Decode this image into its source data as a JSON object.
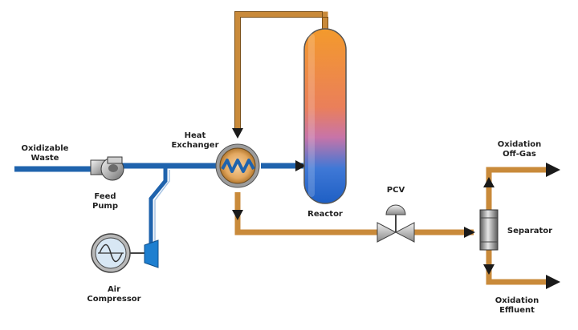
{
  "labels": {
    "feed_in_line1": "Oxidizable",
    "feed_in_line2": "Waste",
    "heat_exchanger_line1": "Heat",
    "heat_exchanger_line2": "Exchanger",
    "feed_pump_line1": "Feed",
    "feed_pump_line2": "Pump",
    "air_compressor_line1": "Air",
    "air_compressor_line2": "Compressor",
    "reactor": "Reactor",
    "pcv": "PCV",
    "separator": "Separator",
    "offgas_line1": "Oxidation",
    "offgas_line2": "Off-Gas",
    "effluent_line1": "Oxidation",
    "effluent_line2": "Effluent"
  },
  "colors": {
    "cold_stream": "#1f63ad",
    "hot_stream": "#c98a3a",
    "arrow": "#1a1a1a",
    "reactor_top": "#f0902a",
    "reactor_mid": "#d9708a",
    "reactor_bottom": "#2a6fcf"
  }
}
